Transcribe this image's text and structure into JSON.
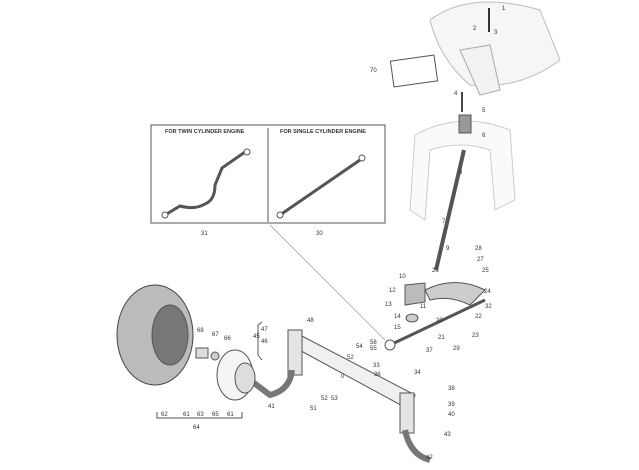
{
  "inset": {
    "twin_title": "FOR TWIN CYLINDER ENGINE",
    "single_title": "FOR SINGLE CYLINDER ENGINE",
    "twin_part": "31",
    "single_part": "30"
  },
  "callouts": [
    "1",
    "2",
    "3",
    "70",
    "4",
    "5",
    "6",
    "8",
    "7",
    "9",
    "28",
    "27",
    "26",
    "25",
    "10",
    "24",
    "12",
    "11",
    "32",
    "13",
    "22",
    "14",
    "20",
    "15",
    "21",
    "23",
    "29",
    "58",
    "54",
    "55",
    "52",
    "33",
    "37",
    "34",
    "36",
    "48",
    "47",
    "46",
    "45",
    "68",
    "67",
    "66",
    "0",
    "41",
    "51",
    "52",
    "53",
    "38",
    "39",
    "40",
    "43",
    "42",
    "62",
    "61",
    "63",
    "65",
    "61",
    "64"
  ],
  "colors": {
    "line": "#555555",
    "fill": "#e8e8e8",
    "text": "#333333"
  }
}
